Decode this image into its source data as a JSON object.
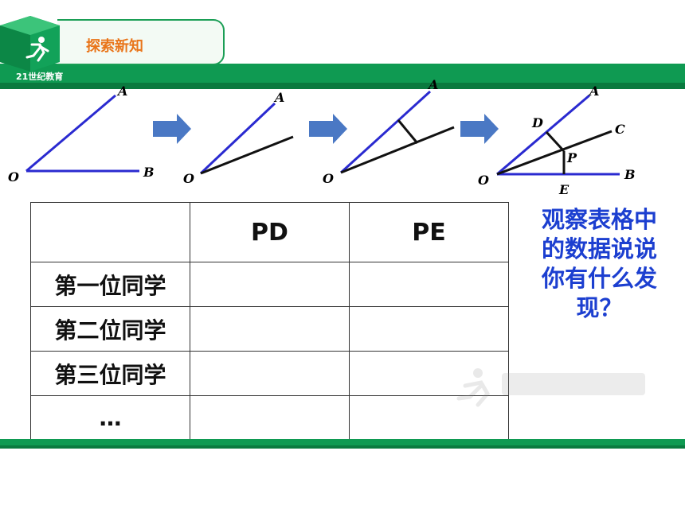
{
  "header": {
    "title": "探索新知",
    "logo_text": "21世纪教育"
  },
  "diagrams": {
    "fig1": {
      "O": "O",
      "A": "A",
      "B": "B"
    },
    "fig2": {
      "O": "O",
      "A": "A"
    },
    "fig3": {
      "O": "O",
      "A": "A"
    },
    "fig4": {
      "O": "O",
      "A": "A",
      "B": "B",
      "C": "C",
      "D": "D",
      "E": "E",
      "P": "P"
    }
  },
  "table": {
    "headers": [
      "",
      "PD",
      "PE"
    ],
    "rows": [
      {
        "label": "第一位同学",
        "pd": "",
        "pe": ""
      },
      {
        "label": "第二位同学",
        "pd": "",
        "pe": ""
      },
      {
        "label": "第三位同学",
        "pd": "",
        "pe": ""
      },
      {
        "label": "…",
        "pd": "",
        "pe": ""
      }
    ]
  },
  "prompt": {
    "line1": "观察表格中",
    "line2": "的数据说说",
    "line3": "你有什么发",
    "line4": "现？"
  },
  "colors": {
    "green": "#0f9a52",
    "orange": "#e9751a",
    "blue_text": "#1c3fd0",
    "ray_blue": "#2a2ad0",
    "arrow_blue": "#4a78c4"
  }
}
